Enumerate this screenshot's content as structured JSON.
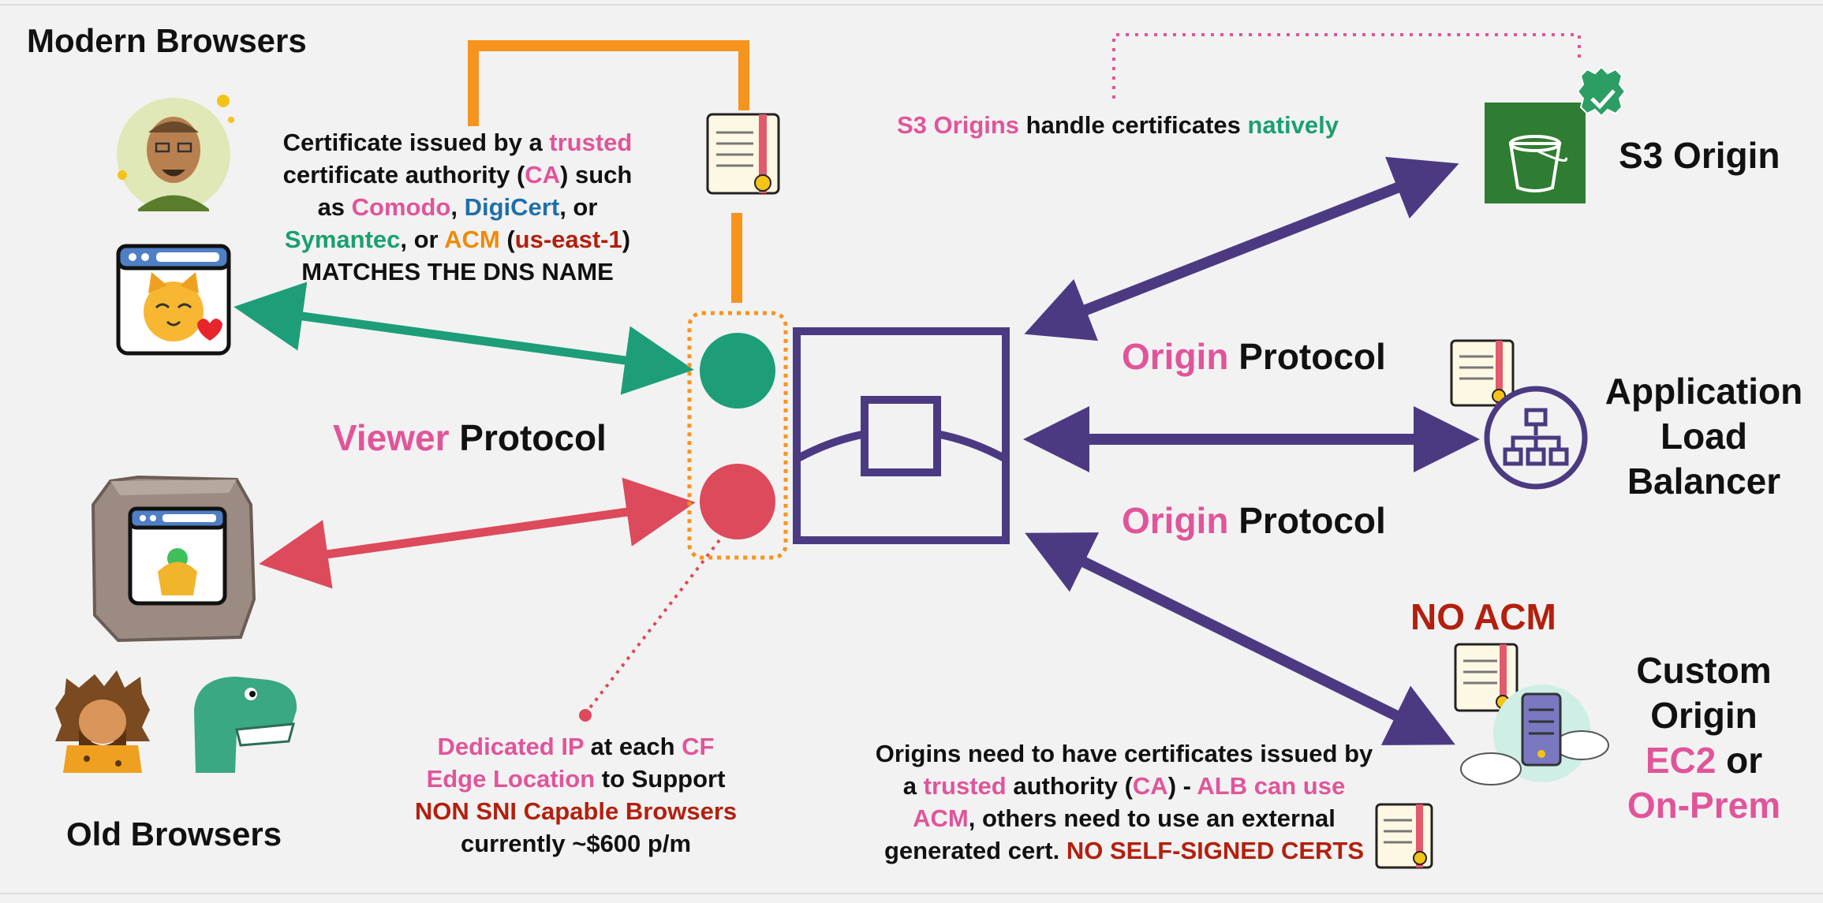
{
  "colors": {
    "background": "#f2f2f2",
    "viewer_green": "#1d9e78",
    "viewer_red": "#dc4a5b",
    "origin_purple": "#4b3a82",
    "orange": "#f7941d",
    "pink": "#e0559a",
    "blue": "#1f6fa8",
    "teal_green": "#1aa06d",
    "dark_red": "#b3200e",
    "s3_green": "#2f7d32"
  },
  "labels": {
    "modern_browsers": "Modern Browsers",
    "old_browsers": "Old Browsers",
    "viewer_word": "Viewer",
    "protocol_word": "Protocol",
    "origin_word": "Origin",
    "s3_origin": "S3 Origin",
    "alb_line1": "Application",
    "alb_line2": "Load",
    "alb_line3": "Balancer",
    "custom_line1": "Custom",
    "custom_line2": "Origin",
    "custom_ec2": "EC2",
    "custom_or": " or",
    "custom_onprem": "On-Prem",
    "no_acm": "NO ACM"
  },
  "cert_note": {
    "l1_a": "Certificate issued by a ",
    "l1_trusted": "trusted",
    "l2_a": "certificate authority (",
    "l2_ca": "CA",
    "l2_b": ") such",
    "l3_a": "as ",
    "l3_comodo": "Comodo",
    "l3_comma": ", ",
    "l3_digicert": "DigiCert",
    "l3_or": ", or",
    "l4_symantec": "Symantec",
    "l4_or": ", or ",
    "l4_acm": "ACM",
    "l4_paren_open": " (",
    "l4_region": "us-east-1",
    "l4_paren_close": ")",
    "l5": "MATCHES THE DNS NAME"
  },
  "s3_note": {
    "s3_origins": "S3 Origins",
    "middle": " handle certificates ",
    "natively": "natively"
  },
  "dedicated_note": {
    "l1_dip": "Dedicated IP",
    "l1_at": " at each ",
    "l1_cf": "CF",
    "l2_edge": "Edge Location",
    "l2_rest": " to Support",
    "l3": "NON SNI Capable Browsers",
    "l4": "currently ~$600 p/m"
  },
  "origin_note": {
    "l1": "Origins need to have certificates issued by",
    "l2_a": "a ",
    "l2_trusted": "trusted",
    "l2_b": " authority (",
    "l2_ca": "CA",
    "l2_c": ") - ",
    "l2_alb": "ALB can use",
    "l3_acm": "ACM",
    "l3_rest": ", others need to use an external",
    "l4_a": "generated cert. ",
    "l4_red": "NO SELF-SIGNED CERTS"
  }
}
